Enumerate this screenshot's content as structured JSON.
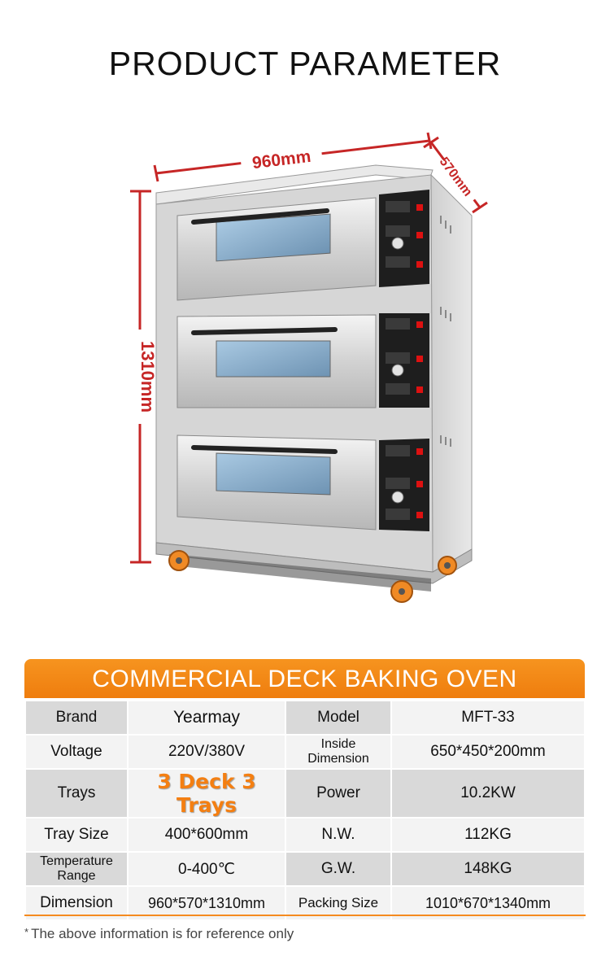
{
  "page": {
    "title": "PRODUCT PARAMETER"
  },
  "dimensions": {
    "width": "960mm",
    "depth": "570mm",
    "height": "1310mm"
  },
  "spec": {
    "banner": "COMMERCIAL DECK BAKING OVEN",
    "rows": [
      {
        "k1": "Brand",
        "v1": "Yearmay",
        "k2": "Model",
        "v2": "MFT-33"
      },
      {
        "k1": "Voltage",
        "v1": "220V/380V",
        "k2": "Inside Dimension",
        "v2": "650*450*200mm"
      },
      {
        "k1": "Trays",
        "v1": "3 Deck 3 Trays",
        "k2": "Power",
        "v2": "10.2KW"
      },
      {
        "k1": "Tray Size",
        "v1": "400*600mm",
        "k2": "N.W.",
        "v2": "112KG"
      },
      {
        "k1": "Temperature Range",
        "v1": "0-400℃",
        "k2": "G.W.",
        "v2": "148KG"
      },
      {
        "k1": "Dimension",
        "v1": "960*570*1310mm",
        "k2": "Packing Size",
        "v2": "1010*670*1340mm"
      }
    ]
  },
  "footnote": {
    "star": "*",
    "text": "The above information is for reference only"
  },
  "colors": {
    "accent": "#f58a1f",
    "dimension_red": "#c62626"
  }
}
